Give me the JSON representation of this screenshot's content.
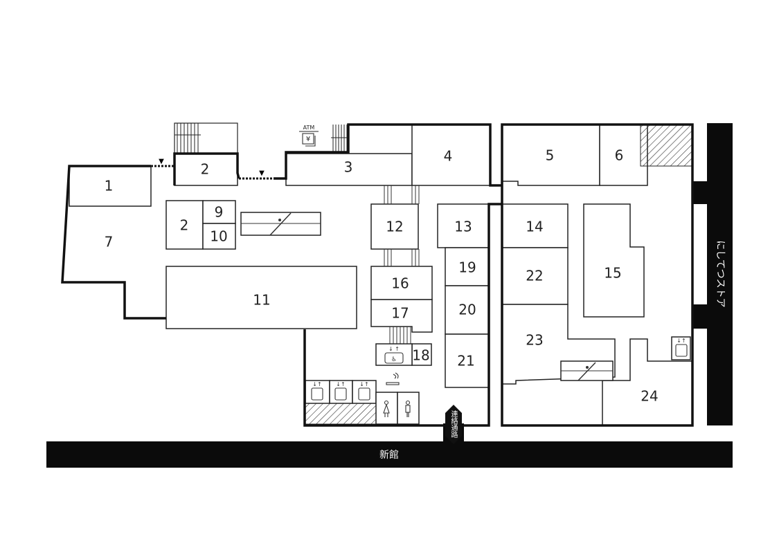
{
  "map": {
    "rooms": [
      {
        "id": "1",
        "label": "1"
      },
      {
        "id": "7",
        "label": "7"
      },
      {
        "id": "2a",
        "label": "2"
      },
      {
        "id": "3",
        "label": "3"
      },
      {
        "id": "4",
        "label": "4"
      },
      {
        "id": "5",
        "label": "5"
      },
      {
        "id": "6",
        "label": "6"
      },
      {
        "id": "2b",
        "label": "2"
      },
      {
        "id": "9",
        "label": "9"
      },
      {
        "id": "10",
        "label": "10"
      },
      {
        "id": "11",
        "label": "11"
      },
      {
        "id": "12",
        "label": "12"
      },
      {
        "id": "13",
        "label": "13"
      },
      {
        "id": "14",
        "label": "14"
      },
      {
        "id": "15",
        "label": "15"
      },
      {
        "id": "16",
        "label": "16"
      },
      {
        "id": "17",
        "label": "17"
      },
      {
        "id": "18",
        "label": "18"
      },
      {
        "id": "19",
        "label": "19"
      },
      {
        "id": "20",
        "label": "20"
      },
      {
        "id": "21",
        "label": "21"
      },
      {
        "id": "22",
        "label": "22"
      },
      {
        "id": "23",
        "label": "23"
      },
      {
        "id": "24",
        "label": "24"
      }
    ],
    "atm_label": "ATM",
    "atm_symbol": "¥",
    "bottom_building": "新館",
    "right_building": "にしてつストア",
    "connector_label": "連絡通路",
    "icons": [
      "escalator-icon",
      "elevator-icon",
      "accessible-toilet-icon",
      "smoking-area-icon",
      "womens-toilet-icon",
      "mens-toilet-icon",
      "stairs-icon",
      "atm-icon",
      "entrance-marker-icon"
    ]
  }
}
